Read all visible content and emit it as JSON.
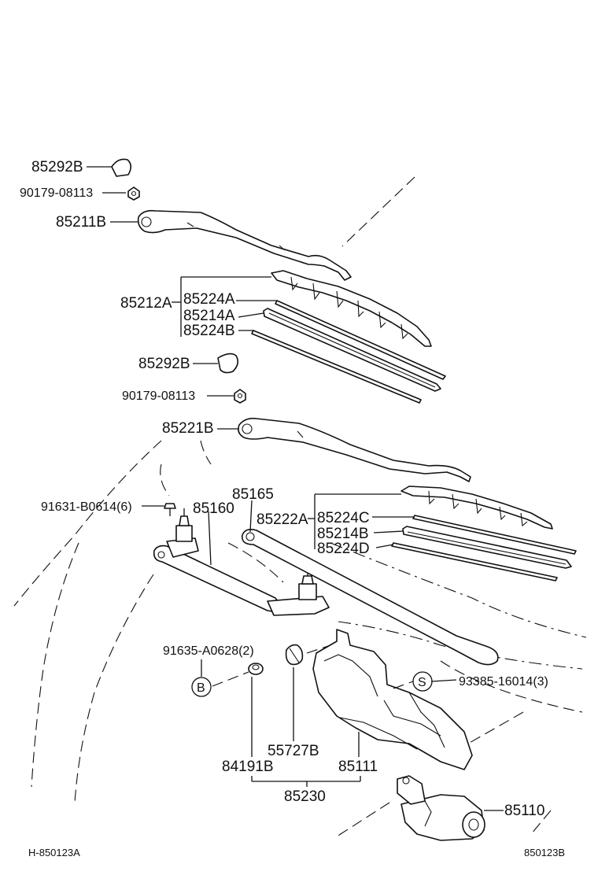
{
  "labels": {
    "p85292B_top": "85292B",
    "p90179_top": "90179-08113",
    "p85211B": "85211B",
    "p85212A": "85212A",
    "p85224A": "85224A",
    "p85214A": "85214A",
    "p85224B": "85224B",
    "p85292B_mid": "85292B",
    "p90179_mid": "90179-08113",
    "p85221B": "85221B",
    "p91631": "91631-B0614(6)",
    "p85160": "85160",
    "p85165": "85165",
    "p85222A": "85222A",
    "p85224C": "85224C",
    "p85214B": "85214B",
    "p85224D": "85224D",
    "p91635": "91635-A0628(2)",
    "callout_B": "B",
    "callout_S": "S",
    "p93385": "93385-16014(3)",
    "p55727B": "55727B",
    "p84191B": "84191B",
    "p85111": "85111",
    "p85230": "85230",
    "p85110": "85110"
  },
  "footer": {
    "left_code": "H-850123A",
    "right_code": "850123B"
  }
}
